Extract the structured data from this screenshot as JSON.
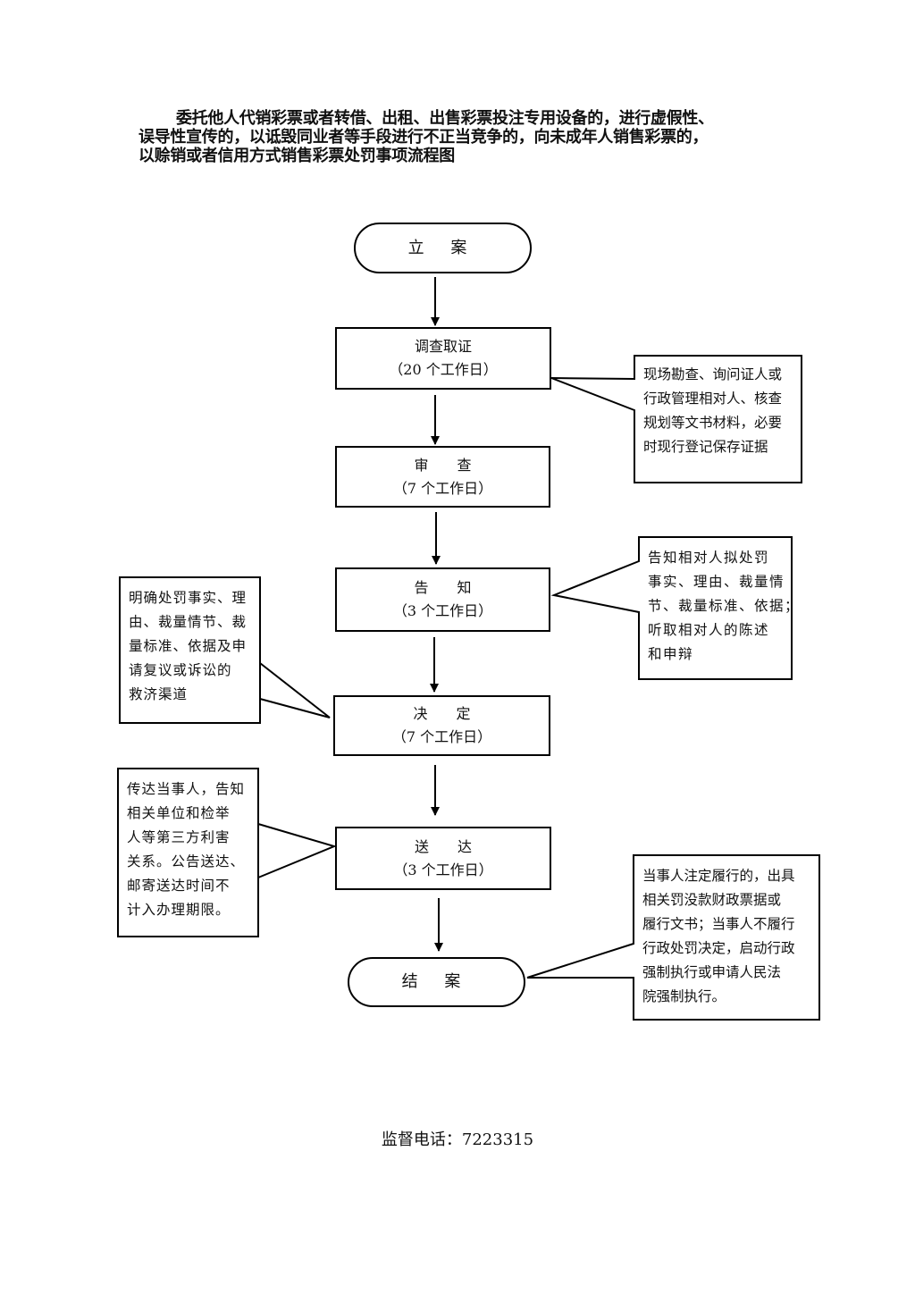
{
  "title": {
    "line1": "委托他人代销彩票或者转借、出租、出售彩票投注专用设备的，进行虚假性、",
    "line2": "误导性宣传的，以诋毁同业者等手段进行不正当竞争的，向未成年人销售彩票的，",
    "line3": "以赊销或者信用方式销售彩票处罚事项流程图"
  },
  "steps": {
    "start": "立 案",
    "investigate": {
      "name": "调查取证",
      "days": "（20 个工作日）"
    },
    "review": {
      "name": "审　　查",
      "days": "（7 个工作日）"
    },
    "notify": {
      "name": "告　　知",
      "days": "（3 个工作日）"
    },
    "decide": {
      "name": "决　　定",
      "days": "（7 个工作日）"
    },
    "deliver": {
      "name": "送　　达",
      "days": "（3 个工作日）"
    },
    "end": "结 案"
  },
  "notes": {
    "investigate": [
      "现场勘查、询问证人或",
      "行政管理相对人、核查",
      "规划等文书材料，必要",
      "时现行登记保存证据"
    ],
    "notify": [
      "告知相对人拟处罚",
      "事实、理由、裁量情",
      "节、裁量标准、依据；",
      "听取相对人的陈述",
      "和申辩"
    ],
    "decide": [
      "明确处罚事实、理",
      "由、裁量情节、裁",
      "量标准、依据及申",
      "请复议或诉讼的",
      "救济渠道"
    ],
    "deliver": [
      "传达当事人，告知",
      "相关单位和检举",
      "人等第三方利害",
      "关系。公告送达、",
      "邮寄送达时间不",
      "计入办理期限。"
    ],
    "end": [
      "当事人注定履行的，出具",
      "相关罚没款财政票据或",
      "履行文书；当事人不履行",
      "行政处罚决定，启动行政",
      "强制执行或申请人民法",
      "院强制执行。"
    ]
  },
  "footer": "监督电话：7223315"
}
